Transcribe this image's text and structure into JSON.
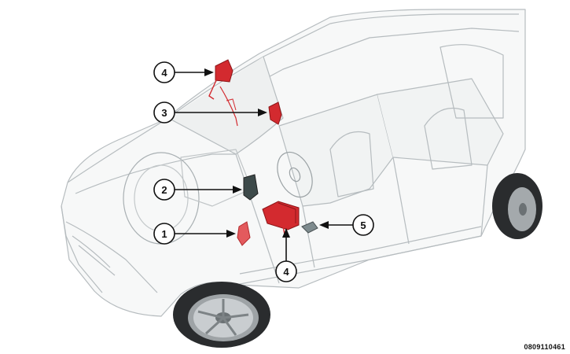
{
  "callouts": [
    {
      "label": "1"
    },
    {
      "label": "2"
    },
    {
      "label": "3"
    },
    {
      "label": "4"
    },
    {
      "label": "4"
    },
    {
      "label": "5"
    }
  ],
  "figure_id": "0809110461",
  "colors": {
    "highlight_red": "#d32a2f",
    "highlight_dark": "#8c1618",
    "sensor_dark": "#3d4a4a",
    "sensor_grey": "#7e8b8e",
    "ghost_line": "#b6bcbf",
    "callout_stroke": "#111111"
  }
}
